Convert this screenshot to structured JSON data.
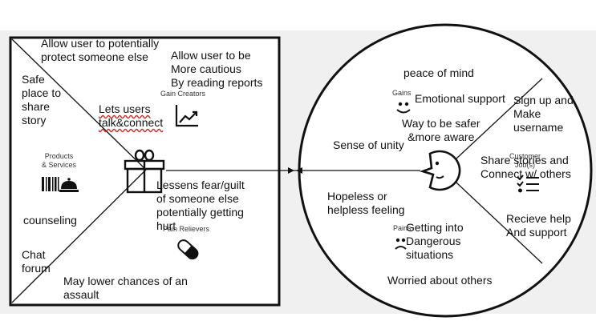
{
  "colors": {
    "background": "#f0f0f0",
    "canvas_fill": "#ffffff",
    "stroke": "#111111",
    "spellcheck_underline": "#d02a2a"
  },
  "value_map": {
    "section_labels": {
      "gain_creators": "Gain Creators",
      "products_services": "Products\n& Services",
      "pain_relievers": "Pain Relievers"
    },
    "icons": [
      "gift-icon",
      "chart-up-icon",
      "barcode-icon",
      "bell-icon",
      "pill-icon"
    ],
    "notes": {
      "protect_someone": "Allow user to potentially\nprotect someone else",
      "safe_place": "Safe\nplace to\nshare\nstory",
      "more_cautious": "Allow user to be\nMore cautious\nBy reading reports",
      "talk_connect": "Lets users\ntalk&connect",
      "counseling": "counseling",
      "chat_forum": "Chat\nforum",
      "lessens_fear": "Lessens fear/guilt\nof someone else\npotentially getting\nhurt",
      "lower_chances": "May lower chances of an\nassault"
    }
  },
  "customer_profile": {
    "section_labels": {
      "gains": "Gains",
      "pains": "Pains",
      "customer_jobs": "Customer\nJob(s)"
    },
    "icons": [
      "smile-icon",
      "frown-icon",
      "checklist-icon",
      "face-icon"
    ],
    "notes": {
      "peace_of_mind": "peace of mind",
      "emotional_support": "Emotional support",
      "way_safer": "Way to be safer\n&more aware",
      "sense_unity": "Sense of unity",
      "signup": "Sign up and\nMake\nusername",
      "share_stories": "Share stories and\nConnect w/ others",
      "receive_help": "Recieve help\nAnd support",
      "hopeless": "Hopeless or\nhelpless feeling",
      "dangerous": "Getting into\nDangerous\nsituations",
      "worried": "Worried about others"
    }
  }
}
